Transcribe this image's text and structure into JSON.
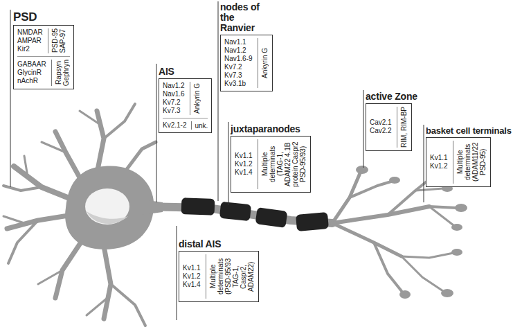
{
  "diagram": {
    "nodes": [
      {
        "text": [
          "PSD",
          "NMDAR",
          "AMPAR",
          "Kir2",
          "PSD-95",
          "SAP-97",
          "GABAAR",
          "GlycinR",
          "nAchR",
          "Rapsyn",
          "Gephryn"
        ]
      },
      {
        "text": [
          "AIS",
          "Nav1.2",
          "Nav1.6",
          "Kv7.2",
          "Kv7.3",
          "Ankyrin G",
          "Kv2.1-2",
          "unk."
        ]
      },
      {
        "text": [
          "nodes of the Ranvier",
          "Nav1.1",
          "Nav1.2",
          "Nav1.6-9",
          "Kv7.2",
          "Kv7.3",
          "Kv3.1b",
          "Ankyrin G"
        ]
      },
      {
        "text": [
          "juxtaparanodes",
          "Kv1.1",
          "Kv1.2",
          "Kv1.4",
          "Multiple determinats (TAG-1, ADAM22 4.1B protein Caspr2 PSD-95/93)"
        ]
      },
      {
        "text": [
          "active Zone",
          "Cav2.1",
          "Cav2.2",
          "RIM, RIM-BP"
        ]
      },
      {
        "text": [
          "basket cell terminals",
          "Kv1.1",
          "Kv1.2",
          "Multiple determinats (ADAM11/22 PSD-95)"
        ]
      },
      {
        "text": [
          "distal AIS",
          "Kv1.1",
          "Kv1.2",
          "Kv1.4",
          "Multiple determinats (PSD-95/93 TAG-1, Caspr2, ADAM22)"
        ]
      }
    ]
  }
}
